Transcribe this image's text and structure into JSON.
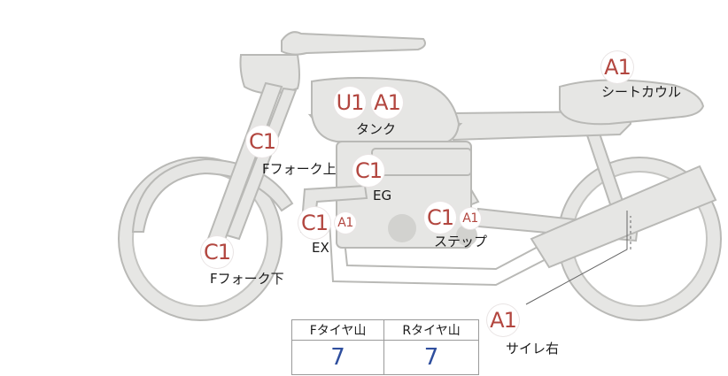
{
  "parts": {
    "seat_cowl": {
      "label": "シートカウル",
      "grades": [
        "A1"
      ]
    },
    "tank": {
      "label": "タンク",
      "grades": [
        "U1",
        "A1"
      ]
    },
    "fork_upper": {
      "label": "Fフォーク上",
      "grades": [
        "C1"
      ]
    },
    "engine": {
      "label": "EG",
      "grades": [
        "C1"
      ]
    },
    "exhaust": {
      "label": "EX",
      "grades": [
        "C1",
        "A1"
      ]
    },
    "step": {
      "label": "ステップ",
      "grades": [
        "C1",
        "A1"
      ]
    },
    "fork_lower": {
      "label": "Fフォーク下",
      "grades": [
        "C1"
      ]
    },
    "silencer_right": {
      "label": "サイレ右",
      "grades": [
        "A1"
      ]
    }
  },
  "tire_table": {
    "headers": [
      "Fタイヤ山",
      "Rタイヤ山"
    ],
    "values": [
      "7",
      "7"
    ]
  }
}
